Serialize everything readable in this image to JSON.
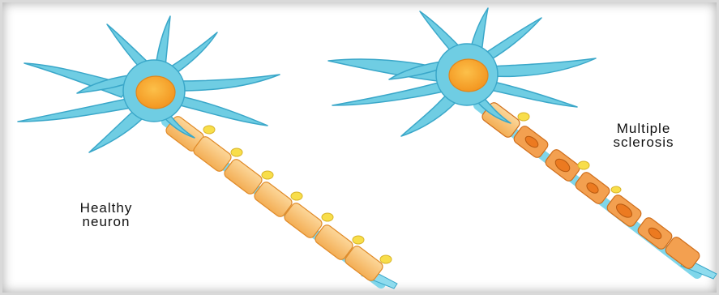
{
  "labels": {
    "healthy": [
      "Healthy",
      "neuron"
    ],
    "ms": [
      "Multiple",
      "sclerosis"
    ]
  },
  "colors": {
    "dendrite": "#6fcde3",
    "dendrite_stroke": "#3aa7c9",
    "nucleus": "#f7a62b",
    "myelin": "#f9c77d",
    "myelin_damaged": "#ef8a2d",
    "axon": "#7fd6ea",
    "node_bump": "#f8de4a"
  },
  "icons": {
    "healthy_neuron": "healthy-neuron-illustration",
    "ms_neuron": "ms-neuron-illustration"
  }
}
